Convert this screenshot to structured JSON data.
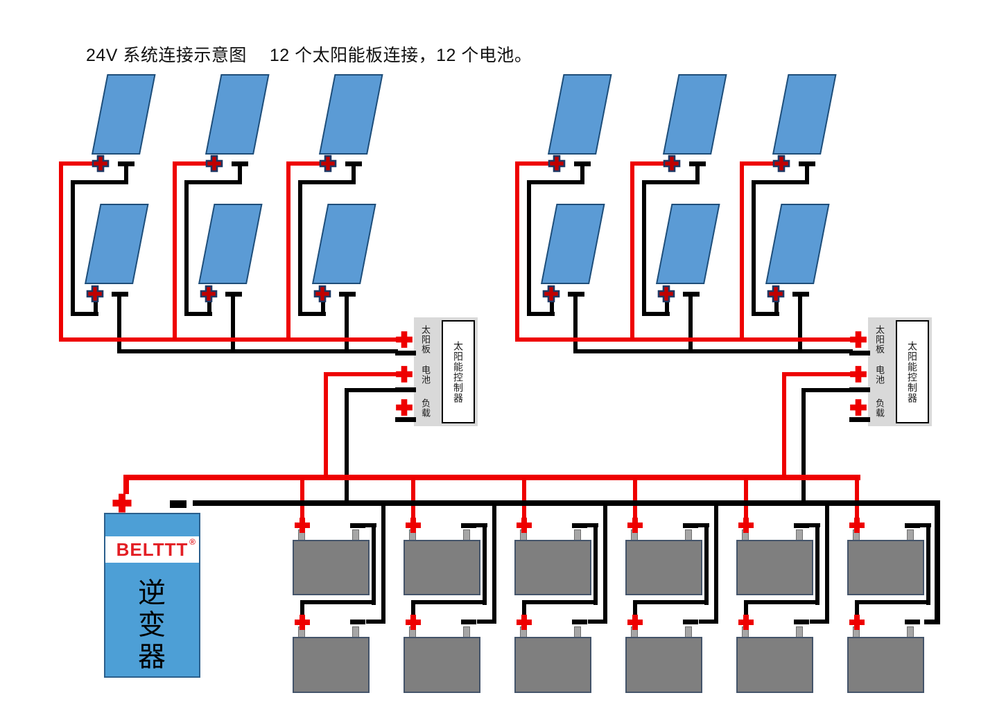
{
  "title": "24V 系统连接示意图　 12 个太阳能板连接，12 个电池。",
  "system": {
    "voltage": "24V",
    "solar_panel_count": 12,
    "battery_count": 12
  },
  "controller": {
    "terminals": [
      "太阳板",
      "电池",
      "负载"
    ],
    "name": "太阳能控制器"
  },
  "inverter": {
    "brand": "BELTTT",
    "reg": "®",
    "name": "逆变器"
  },
  "colors": {
    "wire_positive": "#EE0000",
    "wire_negative": "#000000",
    "panel_fill": "#5B9BD5",
    "panel_border": "#1F4E79",
    "panel_plus_fill": "#C00000",
    "panel_plus_border": "#1F3864",
    "battery_fill": "#7F7F7F",
    "battery_border": "#44546A",
    "controller_box": "#D9D9D9",
    "inverter_fill": "#4D9FD6",
    "brand_red": "#E31E24"
  }
}
